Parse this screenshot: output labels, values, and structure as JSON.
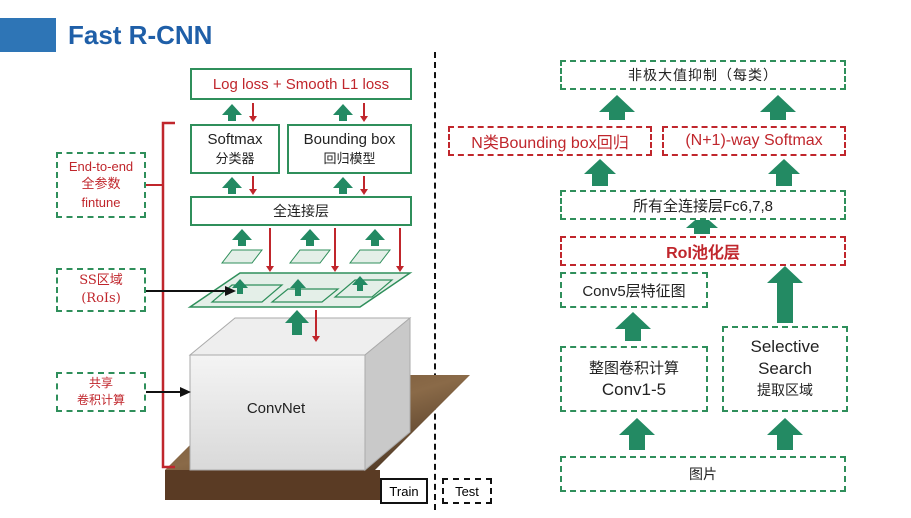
{
  "title": "Fast R-CNN",
  "left": {
    "loss": "Log loss  +  Smooth L1 loss",
    "softmax_title": "Softmax",
    "softmax_sub": "分类器",
    "bbox_title": "Bounding box",
    "bbox_sub": "回归模型",
    "fc": "全连接层",
    "convnet": "ConvNet",
    "end_to_end": [
      "End-to-end",
      "全参数",
      "fintune"
    ],
    "ss_region": [
      "SS区域",
      "(RoIs)"
    ],
    "shared_conv": [
      "共享",
      "卷积计算"
    ],
    "train": "Train",
    "test": "Test"
  },
  "right": {
    "nms": "非极大值抑制（每类）",
    "nclass_bbox": "N类Bounding box回归",
    "n1_softmax": "(N+1)-way Softmax",
    "fc678": "所有全连接层Fc6,7,8",
    "roi_pool": "RoI池化层",
    "conv5": "Conv5层特征图",
    "full_conv_1": "整图卷积计算",
    "full_conv_2": "Conv1-5",
    "selective_1": "Selective",
    "selective_2": "Search",
    "selective_3": "提取区域",
    "image": "图片"
  },
  "colors": {
    "accent": "#2e75b6",
    "green": "#2f8f5b",
    "red": "#c0262c",
    "arrow_green": "#238a63"
  }
}
